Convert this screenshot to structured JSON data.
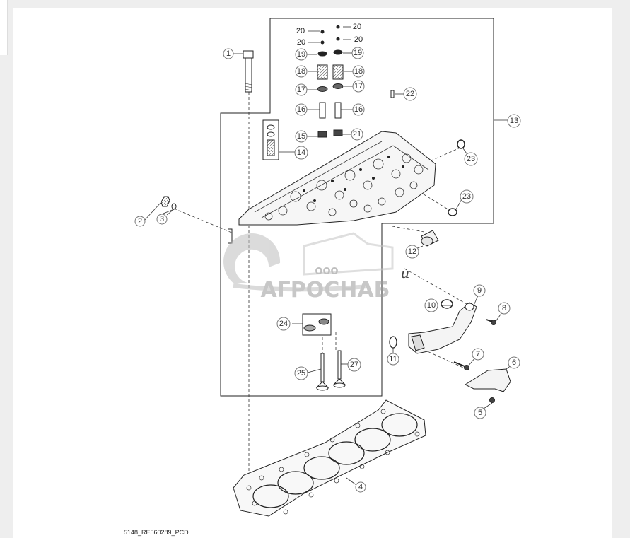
{
  "drawing_code": "5148_RE560289_PCD",
  "watermark": {
    "line1": "ООО",
    "line2": "АГРОСНАБ"
  },
  "stray_mark": "u",
  "callouts": {
    "c1": "1",
    "c2": "2",
    "c3": "3",
    "c4": "4",
    "c5": "5",
    "c6": "6",
    "c7": "7",
    "c8": "8",
    "c9": "9",
    "c10": "10",
    "c11": "11",
    "c12": "12",
    "c13": "13",
    "c14": "14",
    "c15": "15",
    "c16a": "16",
    "c16b": "16",
    "c17a": "17",
    "c17b": "17",
    "c18a": "18",
    "c18b": "18",
    "c19a": "19",
    "c19b": "19",
    "c20a": "20",
    "c20b": "20",
    "c20c": "20",
    "c20d": "20",
    "c21": "21",
    "c22": "22",
    "c23a": "23",
    "c23b": "23",
    "c24": "24",
    "c25": "25",
    "c27": "27"
  },
  "colors": {
    "page_bg": "#eeeeee",
    "panel_bg": "#ffffff",
    "line": "#222222",
    "watermark": "#c9c9c9"
  }
}
